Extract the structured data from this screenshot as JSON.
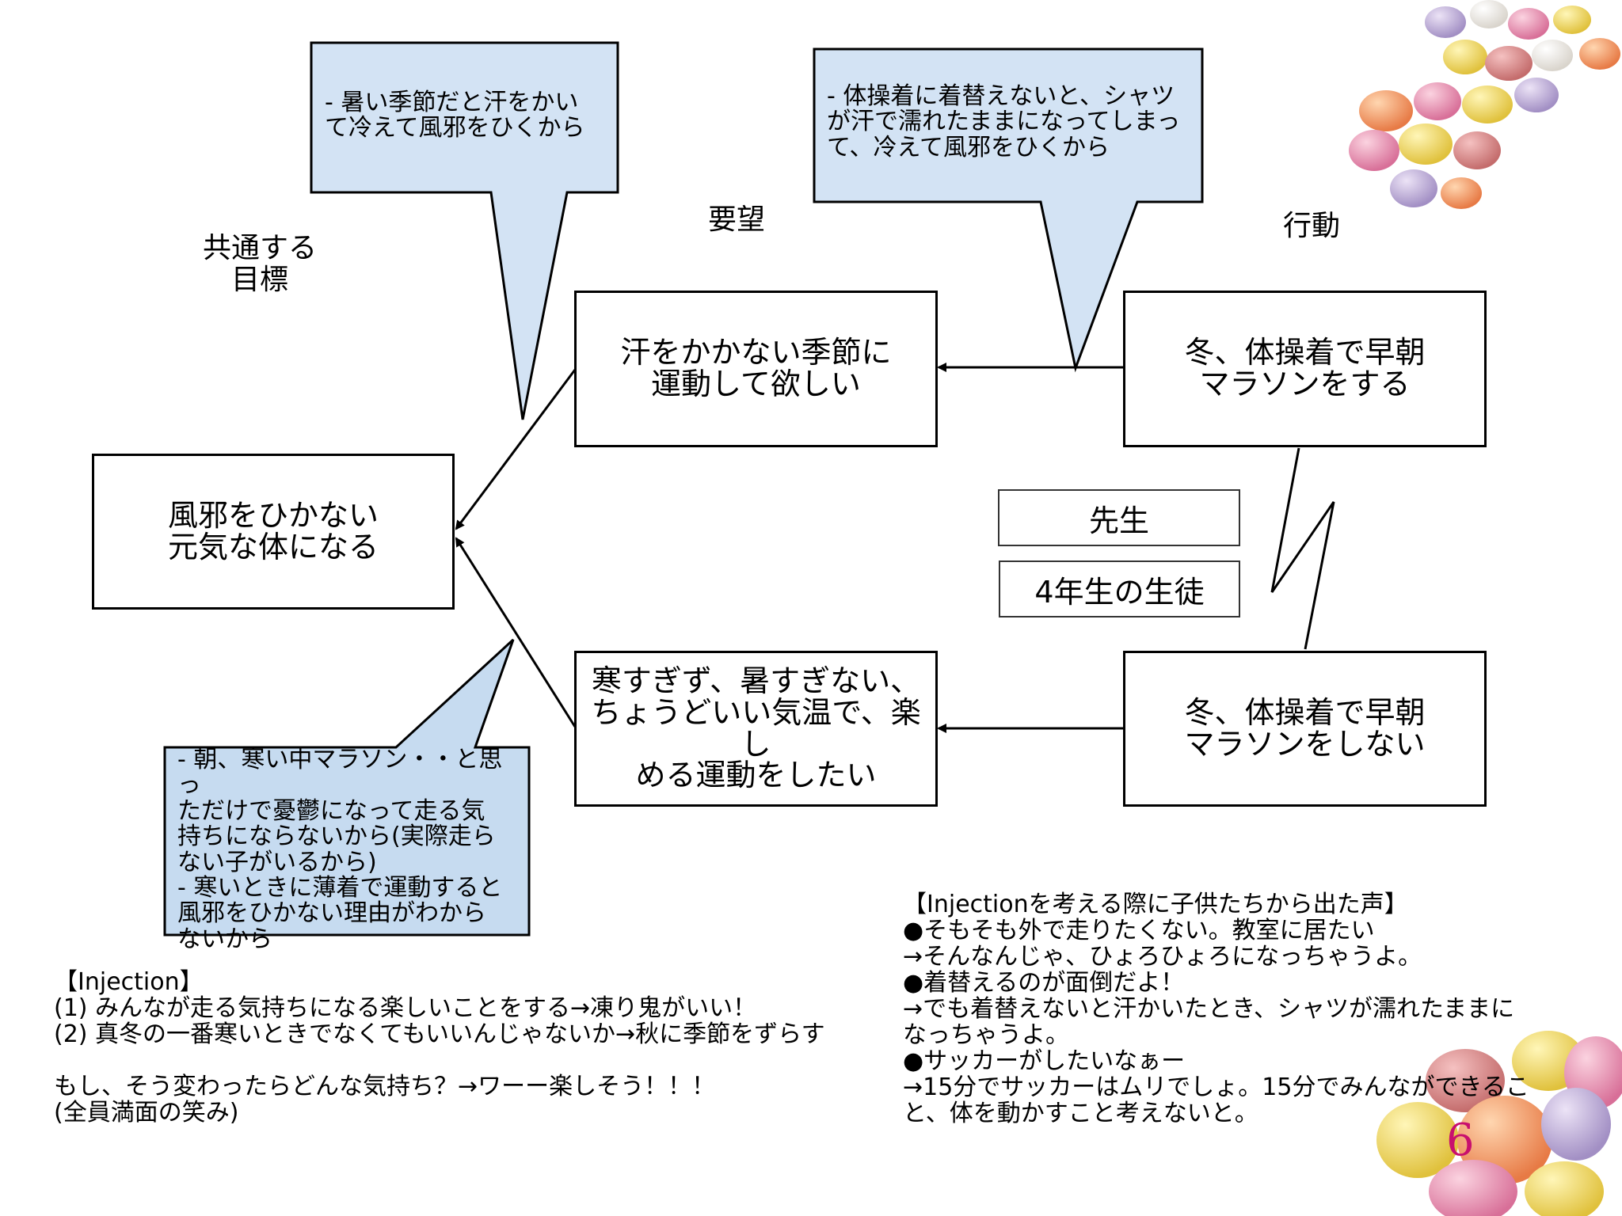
{
  "headings": {
    "goal": "共通する\n目標",
    "wish": "要望",
    "action": "行動"
  },
  "boxes": {
    "goal": "風邪をひかない\n元気な体になる",
    "wish_top": "汗をかかない季節に\n運動して欲しい",
    "wish_bottom": "寒すぎず、暑すぎない、\nちょうどいい気温で、楽し\nめる運動をしたい",
    "action_top": "冬、体操着で早朝\nマラソンをする",
    "action_bottom": "冬、体操着で早朝\nマラソンをしない"
  },
  "legend": {
    "teacher": "先生",
    "student": "4年生の生徒"
  },
  "callouts": {
    "top_left": "- 暑い季節だと汗をかい\nて冷えて風邪をひくから",
    "top_right": "- 体操着に着替えないと、シャツ\nが汗で濡れたままになってしまっ\nて、冷えて風邪をひくから",
    "bottom_left": "- 朝、寒い中マラソン・・と思っ\nただけで憂鬱になって走る気\n持ちにならないから(実際走ら\nない子がいるから)\n- 寒いときに薄着で運動すると\n風邪をひかない理由がわから\nないから"
  },
  "notes": {
    "injection": "【Injection】\n(1) みんなが走る気持ちになる楽しいことをする→凍り鬼がいい！\n(2) 真冬の一番寒いときでなくてもいいんじゃないか→秋に季節をずらす\n\nもし、そう変わったらどんな気持ち？→ワーー楽しそう！！！\n(全員満面の笑み)",
    "voices": "【Injectionを考える際に子供たちから出た声】\n●そもそも外で走りたくない。教室に居たい\n    →そんなんじゃ、ひょろひょろになっちゃうよ。\n●着替えるのが面倒だよ！\n    →でも着替えないと汗かいたとき、シャツが濡れたままに\nなっちゃうよ。\n●サッカーがしたいなぁー\n    →15分でサッカーはムリでしょ。15分でみんなができるこ\nと、体を動かすこと考えないと。"
  },
  "page_number": "6",
  "colors": {
    "callout_top": "#d3e3f4",
    "callout_bottom": "#c6dbf0",
    "page_number": "#c8106e"
  }
}
